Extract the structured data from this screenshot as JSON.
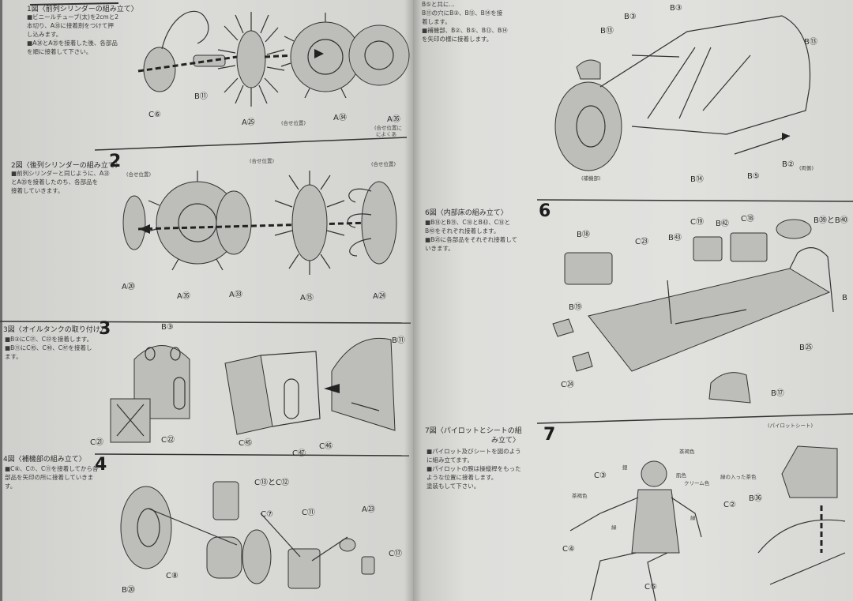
{
  "left_page": {
    "steps": [
      {
        "num": "",
        "heading": "1図〈前列シリンダーの組み立て〉",
        "notes": [
          "■ビニールチューブ(太)を2cmと2",
          "本切り、A㉟に接着剤をつけて押",
          "し込みます。",
          "■A㉞とA㉟を接着した後、各部品",
          "を順に接着して下さい。"
        ]
      },
      {
        "num": "2",
        "heading": "2図〈後列シリンダーの組み立て〉",
        "notes": [
          "■前列シリンダーと同じように、A㉝",
          "とA㉟を接着したのち、各部品を",
          "接着していきます。"
        ]
      },
      {
        "num": "3",
        "heading": "3図〈オイルタンクの取り付け〉",
        "notes": [
          "■B③にC㉑、C㉒を接着します。",
          "■B⑪にC㊺、C㊻、C㊼を接着し",
          "ます。"
        ]
      },
      {
        "num": "4",
        "heading": "4図〈補機部の組み立て〉",
        "notes": [
          "■C⑧、C⑦、C⑪を接着してから各",
          "部品を矢印の所に接着していきま",
          "す。"
        ]
      }
    ],
    "labels": {
      "s1": [
        "C⑥",
        "B⑪",
        "A㉕",
        "A㉞",
        "A㉟"
      ],
      "s1_small": [
        "(合せ位置)",
        "(合せ位置に",
        "によくあ"
      ],
      "s2": [
        "A⑳",
        "A㉟",
        "A㉝",
        "A⑮",
        "A㉔"
      ],
      "s2_small": [
        "(合せ位置)",
        "(合せ位置)",
        "(合せ位置)"
      ],
      "s3": [
        "B③",
        "B⑪",
        "C㉑",
        "C㉒",
        "C㊺",
        "C㊼",
        "C㊻"
      ],
      "s4": [
        "C⑬とC⑫",
        "C⑦",
        "C⑪",
        "A㉓",
        "C⑰",
        "C⑧",
        "B⑳"
      ]
    }
  },
  "right_page": {
    "top_notes": [
      "B⑤と共に…",
      "B⑪の穴にB③、B⑬、B⑭を接",
      "着します。",
      "■補機部、B②、B⑤、B⑬、B⑭",
      "を矢印の様に接着します。"
    ],
    "steps": [
      {
        "num": "6",
        "heading": "6図〈内部床の組み立て〉",
        "notes": [
          "■B⑱とB⑲、C⑱とB㊸、C⑱と",
          "B㊷をそれぞれ接着します。",
          "■B㉕に各部品をそれぞれ接着して",
          "いきます。"
        ]
      },
      {
        "num": "7",
        "heading_lines": [
          "7図〈パイロットとシートの組",
          "み立て〉"
        ],
        "notes": [
          "■パイロット及びシートを図のよう",
          "に組み立てます。",
          "■パイロットの腕は操縦桿をもった",
          "ような位置に接着します。",
          "塗装もして下さい。"
        ]
      }
    ],
    "labels": {
      "s5": [
        "B③",
        "B③",
        "B⑬",
        "B⑬",
        "B⑭",
        "B⑤",
        "B②",
        "(補機部)",
        "(両側)"
      ],
      "s6": [
        "B⑱",
        "C㉓",
        "C⑲",
        "B㊷",
        "C⑱",
        "B㊸",
        "B㊴とB㊵",
        "B⑲",
        "B㉕",
        "C㉔",
        "B⑰",
        "B"
      ],
      "s7": [
        "C③",
        "C②",
        "C④",
        "C⑤",
        "B㊱",
        "(パイロットシート)"
      ],
      "s7_colors": [
        "茶褐色",
        "銀",
        "肌色",
        "クリーム色",
        "緑の入った茶色",
        "茶褐色",
        "緑",
        "緑"
      ]
    }
  }
}
